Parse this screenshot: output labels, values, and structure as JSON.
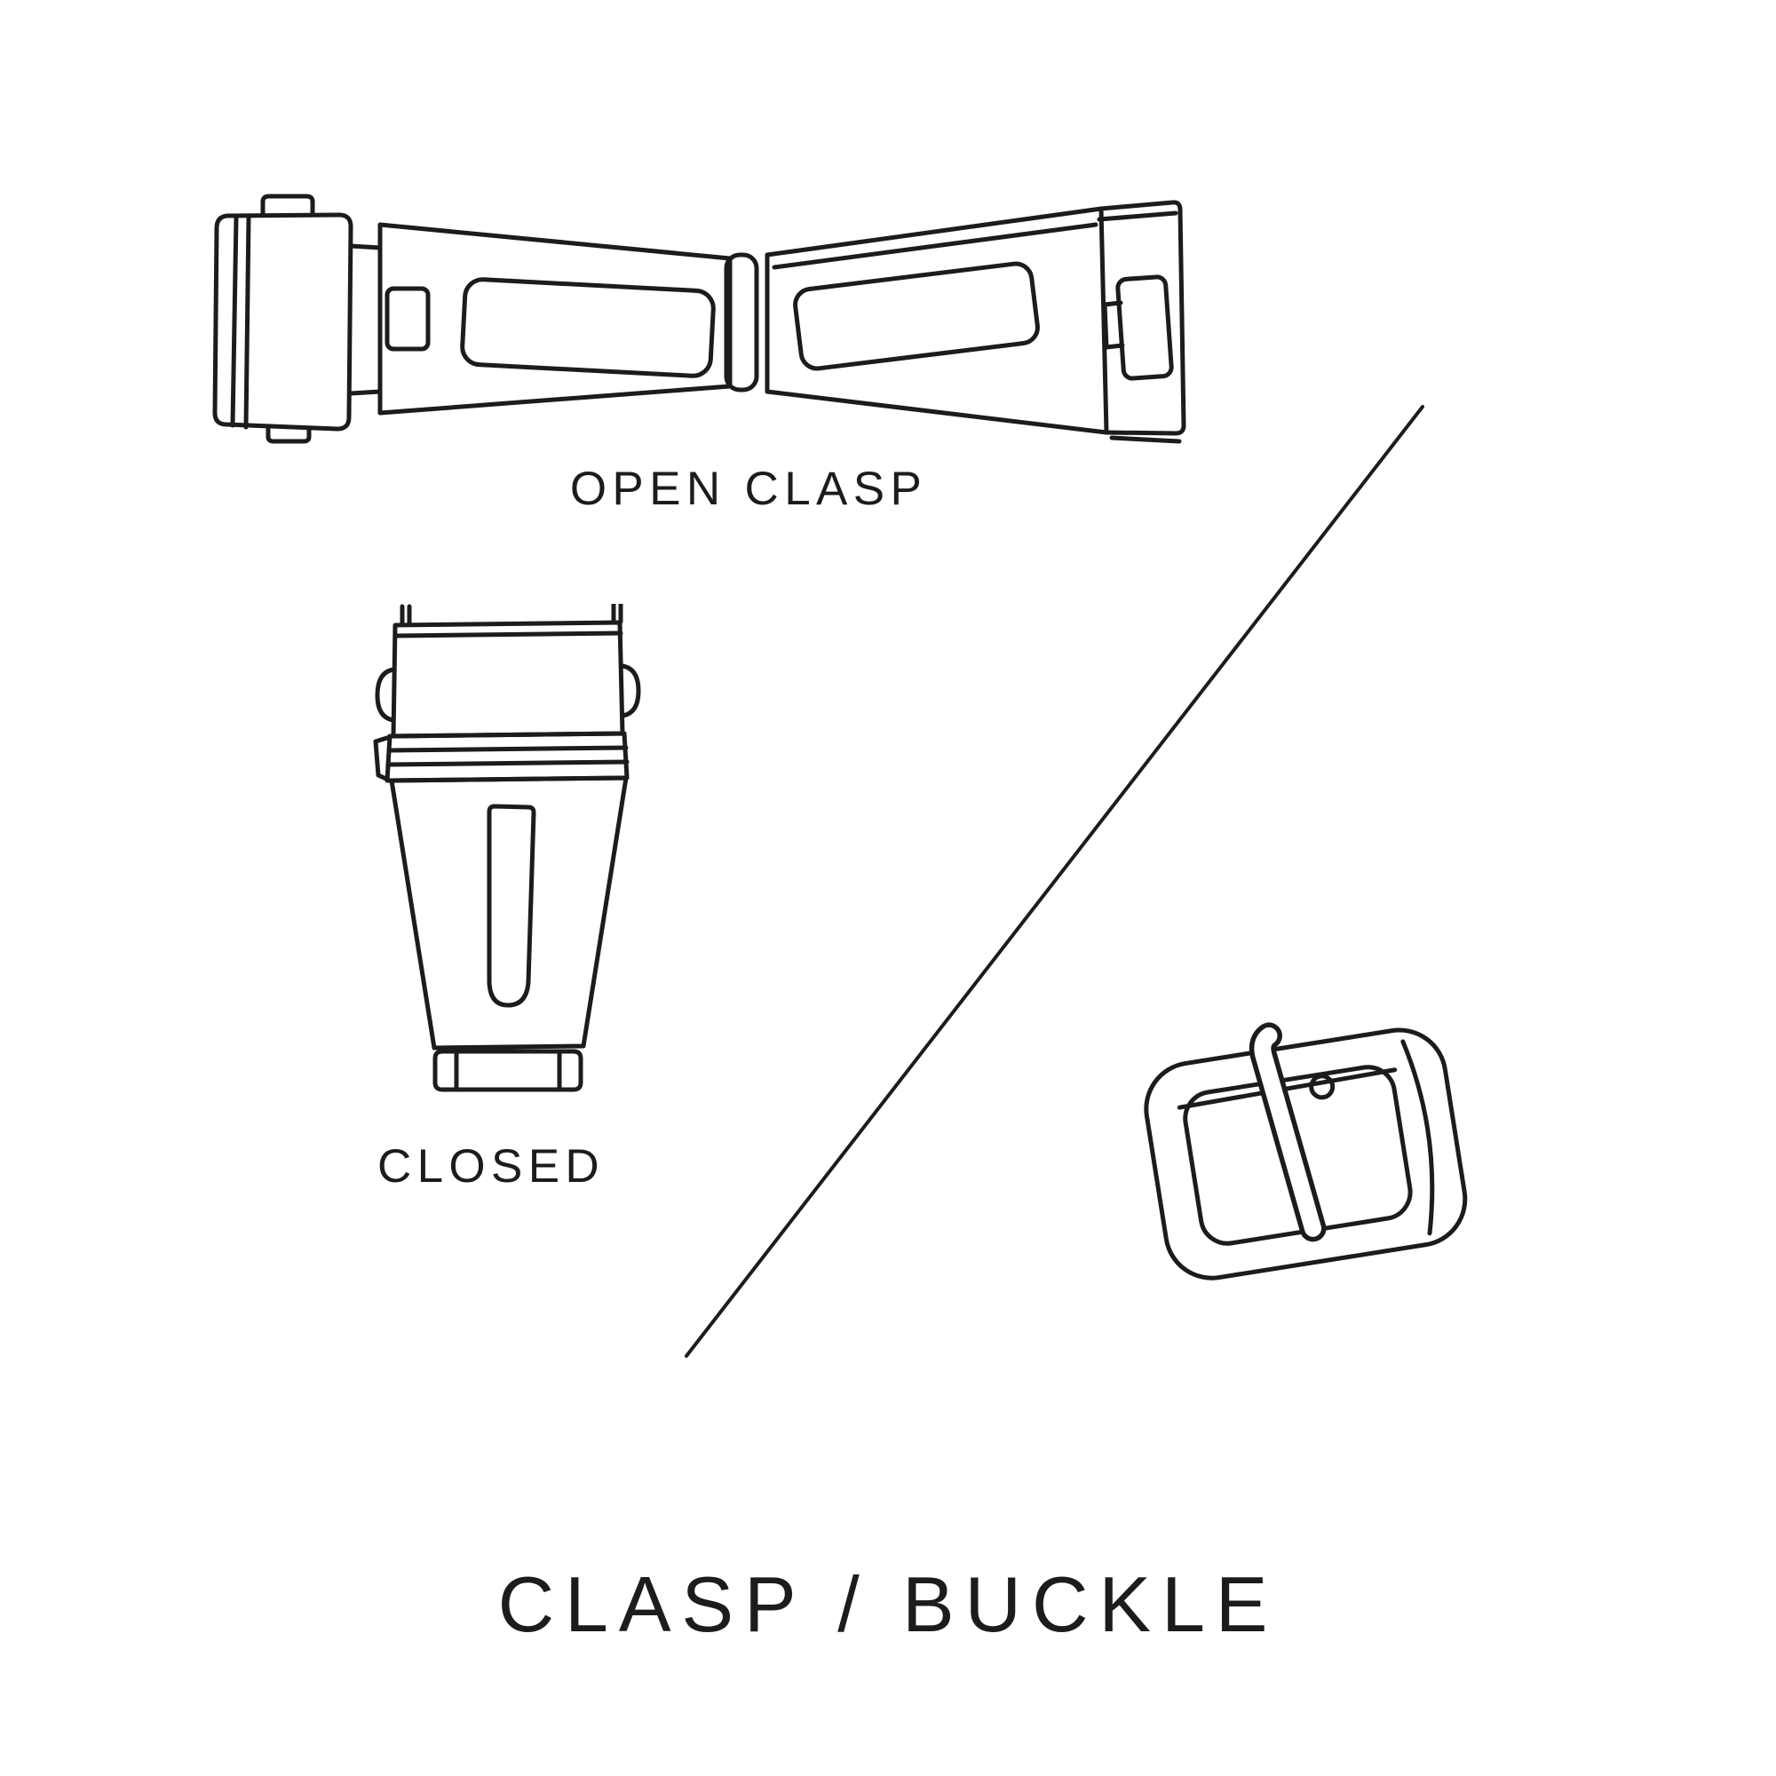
{
  "colors": {
    "background": "#ffffff",
    "line": "#1c1c1c",
    "text": "#1c1c1c"
  },
  "labels": {
    "open_clasp": "OPEN CLASP",
    "closed": "CLOSED",
    "title": "CLASP / BUCKLE"
  },
  "illustrations": {
    "open_clasp": "open deployant watch clasp, line drawing",
    "closed_clasp": "closed watch clasp seen from above, line drawing",
    "buckle": "watch strap pin buckle, line drawing",
    "divider": "diagonal divider line"
  }
}
